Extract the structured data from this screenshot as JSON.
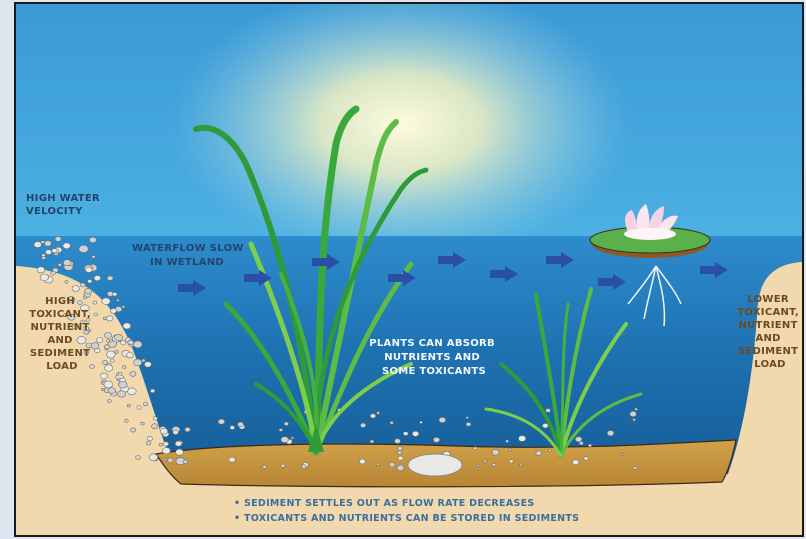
{
  "labels": {
    "high_velocity": [
      "HIGH WATER",
      "VELOCITY"
    ],
    "waterflow_slow": [
      "WATERFLOW SLOW",
      "IN WETLAND"
    ],
    "high_load": [
      "HIGH",
      "TOXICANT,",
      "NUTRIENT",
      "AND",
      "SEDIMENT",
      "LOAD"
    ],
    "plants_absorb": [
      "PLANTS CAN ABSORB",
      "NUTRIENTS AND",
      "SOME TOXICANTS"
    ],
    "lower_load": [
      "LOWER",
      "TOXICANT,",
      "NUTRIENT",
      "AND",
      "SEDIMENT",
      "LOAD"
    ],
    "captions": [
      "• SEDIMENT SETTLES OUT AS FLOW RATE DECREASES",
      "• TOXICANTS AND NUTRIENTS CAN BE STORED IN SEDIMENTS"
    ]
  },
  "colors": {
    "sky_top": "#3d9fd8",
    "sky_glow": "#fff6c8",
    "water_surface": "#2f8fcf",
    "water_deep": "#135f9a",
    "bank": "#f1d8ad",
    "sediment": "#c9993f",
    "plant_green": "#3aa83c",
    "plant_light": "#7ccf4a",
    "arrow": "#2a4fa6",
    "lily_pad": "#5ab04a",
    "lily_flower": "#f6d2e4"
  }
}
